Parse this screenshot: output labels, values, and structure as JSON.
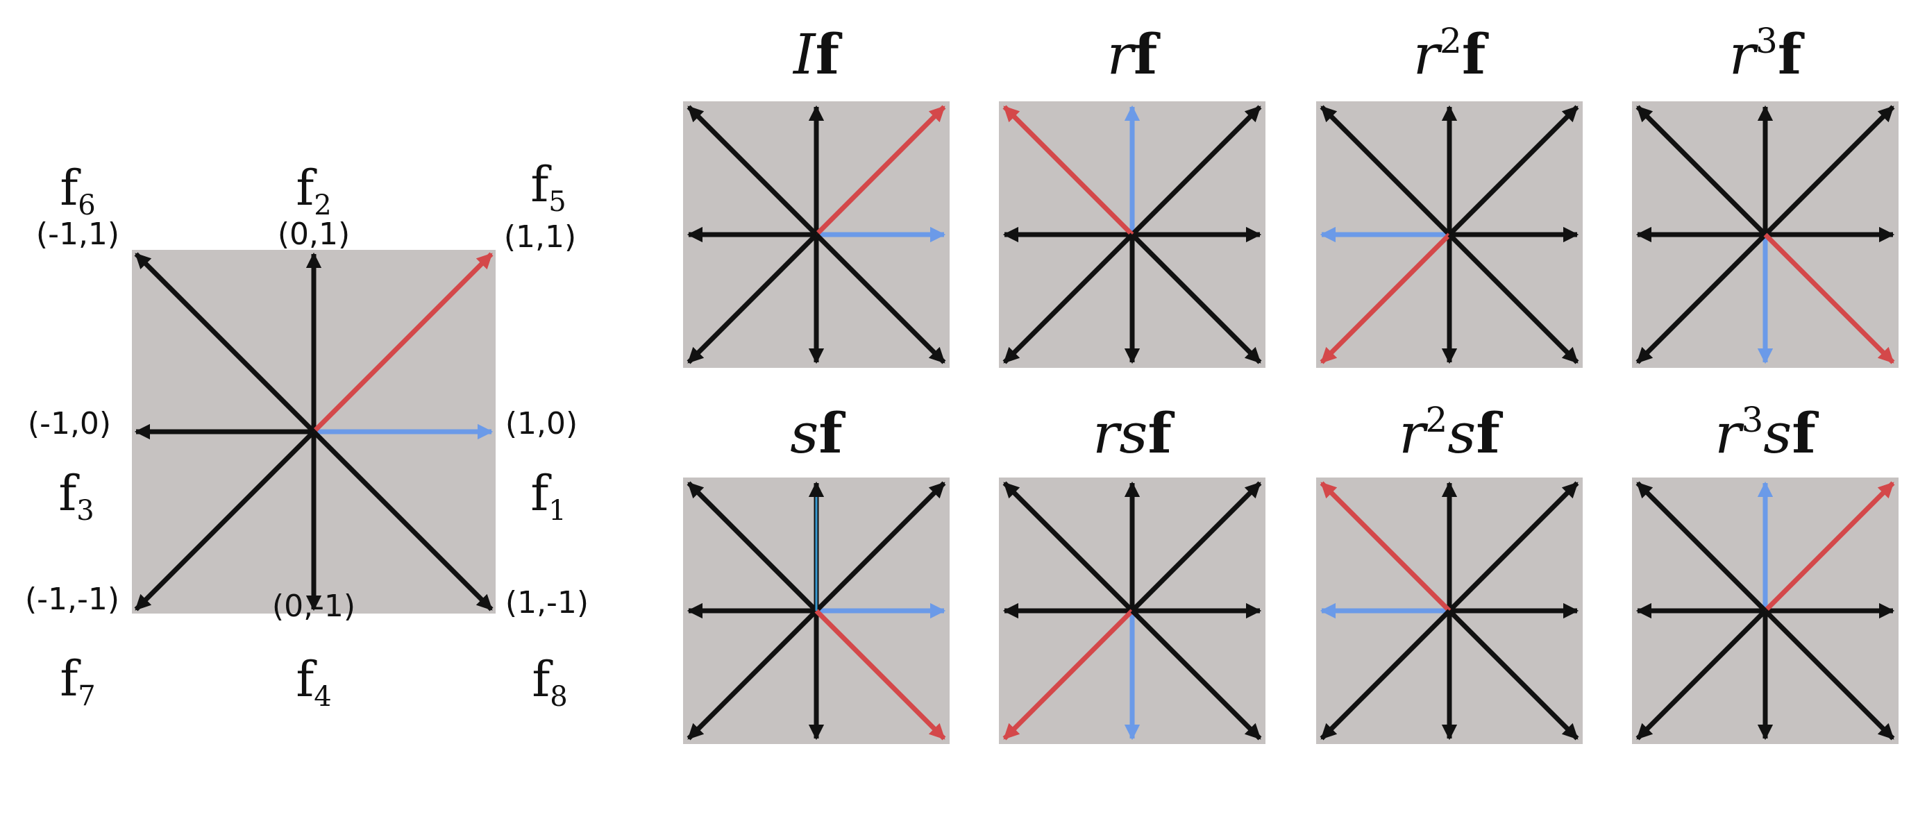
{
  "colors": {
    "panel": "#c6c2c1",
    "arrow": "#111111",
    "highlight_red": "#d4484a",
    "highlight_blue": "#6b9ae8"
  },
  "reference": {
    "directions": [
      {
        "name": "f",
        "index": "1",
        "coord": "(1,0)",
        "vector": [
          1,
          0
        ]
      },
      {
        "name": "f",
        "index": "2",
        "coord": "(0,1)",
        "vector": [
          0,
          1
        ]
      },
      {
        "name": "f",
        "index": "3",
        "coord": "(-1,0)",
        "vector": [
          -1,
          0
        ]
      },
      {
        "name": "f",
        "index": "4",
        "coord": "(0,-1)",
        "vector": [
          0,
          -1
        ]
      },
      {
        "name": "f",
        "index": "5",
        "coord": "(1,1)",
        "vector": [
          1,
          1
        ]
      },
      {
        "name": "f",
        "index": "6",
        "coord": "(-1,1)",
        "vector": [
          -1,
          1
        ]
      },
      {
        "name": "f",
        "index": "7",
        "coord": "(-1,-1)",
        "vector": [
          -1,
          -1
        ]
      },
      {
        "name": "f",
        "index": "8",
        "coord": "(1,-1)",
        "vector": [
          1,
          -1
        ]
      }
    ],
    "highlight": {
      "red": [
        1,
        1
      ],
      "blue": [
        1,
        0
      ]
    }
  },
  "transforms": [
    {
      "title": [
        {
          "t": "I",
          "it": true
        },
        {
          "t": "f",
          "b": true
        }
      ],
      "red": [
        1,
        1
      ],
      "blue": [
        1,
        0
      ]
    },
    {
      "title": [
        {
          "t": "r",
          "it": true
        },
        {
          "t": "f",
          "b": true
        }
      ],
      "red": [
        -1,
        1
      ],
      "blue": [
        0,
        1
      ]
    },
    {
      "title": [
        {
          "t": "r",
          "it": true
        },
        {
          "t": "2",
          "sup": true
        },
        {
          "t": "f",
          "b": true
        }
      ],
      "red": [
        -1,
        -1
      ],
      "blue": [
        -1,
        0
      ]
    },
    {
      "title": [
        {
          "t": "r",
          "it": true
        },
        {
          "t": "3",
          "sup": true
        },
        {
          "t": "f",
          "b": true
        }
      ],
      "red": [
        1,
        -1
      ],
      "blue": [
        0,
        -1
      ]
    },
    {
      "title": [
        {
          "t": "s",
          "it": true
        },
        {
          "t": "f",
          "b": true
        }
      ],
      "red": [
        1,
        -1
      ],
      "blue": [
        1,
        0
      ],
      "teal": [
        0,
        1
      ]
    },
    {
      "title": [
        {
          "t": "r",
          "it": true
        },
        {
          "t": "s",
          "it": true
        },
        {
          "t": "f",
          "b": true
        }
      ],
      "red": [
        -1,
        -1
      ],
      "blue": [
        0,
        -1
      ]
    },
    {
      "title": [
        {
          "t": "r",
          "it": true
        },
        {
          "t": "2",
          "sup": true
        },
        {
          "t": "s",
          "it": true
        },
        {
          "t": "f",
          "b": true
        }
      ],
      "red": [
        -1,
        1
      ],
      "blue": [
        -1,
        0
      ]
    },
    {
      "title": [
        {
          "t": "r",
          "it": true
        },
        {
          "t": "3",
          "sup": true
        },
        {
          "t": "s",
          "it": true
        },
        {
          "t": "f",
          "b": true
        }
      ],
      "red": [
        1,
        1
      ],
      "blue": [
        0,
        1
      ]
    }
  ]
}
